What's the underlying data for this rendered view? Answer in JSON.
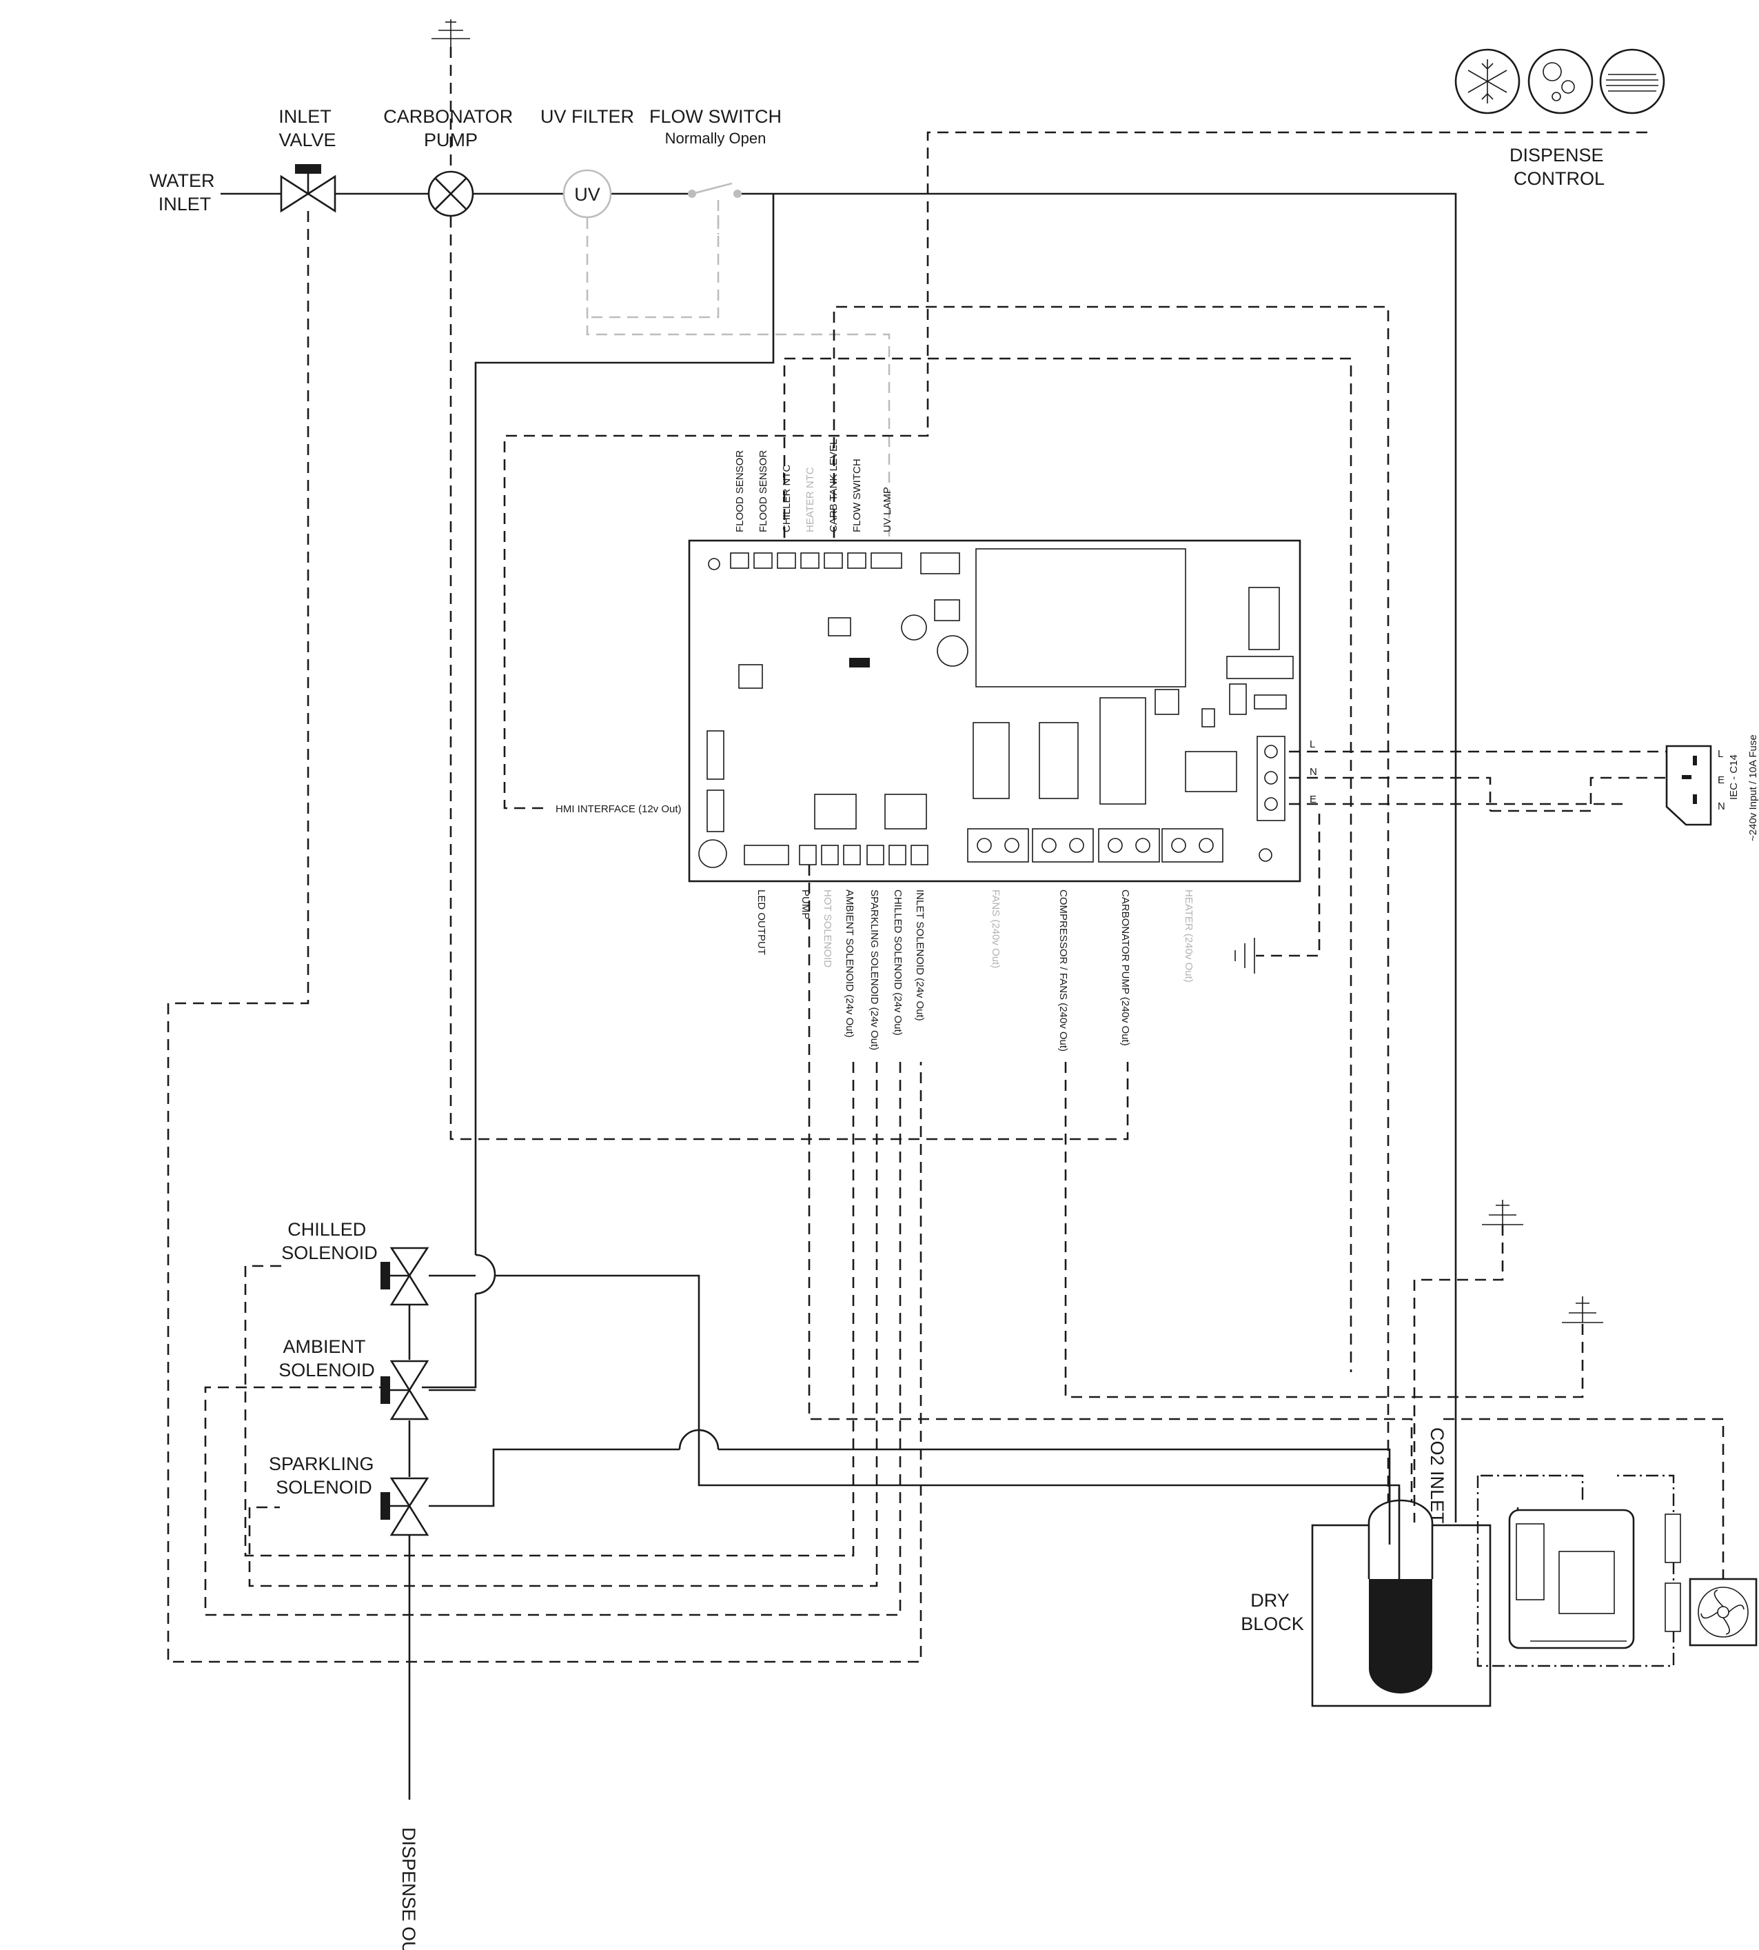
{
  "labels": {
    "water_inlet": [
      "WATER",
      "INLET"
    ],
    "inlet_valve": [
      "INLET",
      "VALVE"
    ],
    "carbonator_pump": [
      "CARBONATOR",
      "PUMP"
    ],
    "uv_filter": "UV FILTER",
    "uv_symbol": "UV",
    "flow_switch": "FLOW SWITCH",
    "flow_switch_sub": "Normally Open",
    "dispense_control": [
      "DISPENSE",
      "CONTROL"
    ],
    "chilled_solenoid": [
      "CHILLED",
      "SOLENOID"
    ],
    "ambient_solenoid": [
      "AMBIENT",
      "SOLENOID"
    ],
    "sparkling_solenoid": [
      "SPARKLING",
      "SOLENOID"
    ],
    "dispense_out": "DISPENSE OUT",
    "dry_block": [
      "DRY",
      "BLOCK"
    ],
    "co2_inlet": "CO2 INLET",
    "hmi_interface": "HMI INTERFACE (12v Out)",
    "iec_inlet": "IEC - C14",
    "iec_rating": "~240v Input / 10A Fuse",
    "mains_pins": [
      "L",
      "N",
      "E"
    ],
    "mains_pins_iec": [
      "L",
      "E",
      "N"
    ]
  },
  "pcb": {
    "top_connectors": [
      {
        "label": "FLOOD SENSOR",
        "grey": false
      },
      {
        "label": "FLOOD SENSOR",
        "grey": false
      },
      {
        "label": "CHILLER NTC",
        "grey": false
      },
      {
        "label": "HEATER NTC",
        "grey": true
      },
      {
        "label": "CARB TANK LEVEL",
        "grey": false
      },
      {
        "label": "FLOW SWITCH",
        "grey": false
      },
      {
        "label": "UV LAMP",
        "grey": false
      }
    ],
    "bottom_connectors": [
      {
        "label": "LED OUTPUT",
        "grey": false
      },
      {
        "label": "PUMP",
        "grey": false
      },
      {
        "label": "HOT SOLENOID",
        "grey": true
      },
      {
        "label": "AMBIENT SOLENOID (24v Out)",
        "grey": false
      },
      {
        "label": "SPARKLING SOLENOID (24v Out)",
        "grey": false
      },
      {
        "label": "CHILLED SOLENOID (24v Out)",
        "grey": false
      },
      {
        "label": "INLET SOLENOID (24v Out)",
        "grey": false
      },
      {
        "label": "FANS (240v Out)",
        "grey": true
      },
      {
        "label": "COMPRESSOR / FANS (240v Out)",
        "grey": false
      },
      {
        "label": "CARBONATOR PUMP (240v Out)",
        "grey": false
      },
      {
        "label": "HEATER (240v Out)",
        "grey": true
      }
    ]
  },
  "icons": [
    "snowflake-icon",
    "bubbles-icon",
    "still-water-icon"
  ],
  "colors": {
    "line": "#1a1a1a",
    "inactive": "#b3b3b3"
  }
}
